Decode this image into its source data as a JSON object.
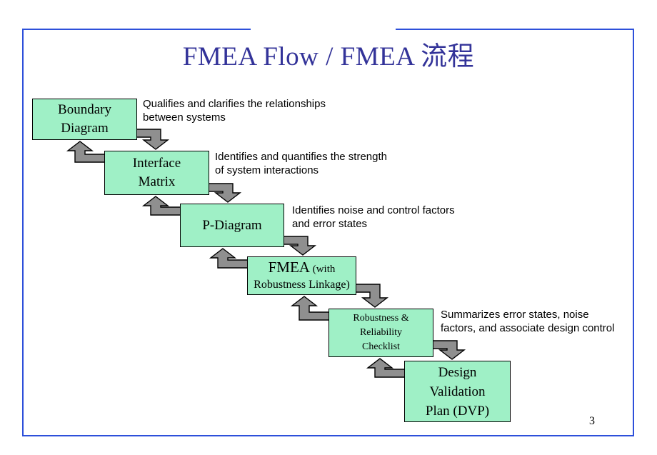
{
  "title": "FMEA Flow / FMEA 流程",
  "page_number": "3",
  "colors": {
    "box_fill": "#9ff0c6",
    "box_border": "#000000",
    "arrow_fill": "#8f8f8f",
    "arrow_outline": "#000000",
    "frame_blue": "#2d50da",
    "title_blue": "#333399"
  },
  "diagram": {
    "boxes": [
      {
        "name": "boundary-diagram",
        "lines": [
          "Boundary",
          "Diagram"
        ]
      },
      {
        "name": "interface-matrix",
        "lines": [
          "Interface",
          "Matrix"
        ]
      },
      {
        "name": "p-diagram",
        "lines": [
          "P-Diagram"
        ]
      },
      {
        "name": "fmea-robustness-linkage",
        "lines": [
          "FMEA (with",
          "Robustness Linkage)"
        ],
        "emphasis": "FMEA"
      },
      {
        "name": "robustness-reliability-checklist",
        "lines": [
          "Robustness &",
          "Reliability",
          "Checklist"
        ]
      },
      {
        "name": "design-validation-plan",
        "lines": [
          "Design",
          "Validation",
          "Plan (DVP)"
        ]
      }
    ],
    "annotations": [
      {
        "name": "annotation-boundary-diagram",
        "lines": [
          "Qualifies and clarifies the relationships",
          "between systems"
        ]
      },
      {
        "name": "annotation-interface-matrix",
        "lines": [
          "Identifies and quantifies the strength",
          "of system interactions"
        ]
      },
      {
        "name": "annotation-p-diagram",
        "lines": [
          "Identifies noise and control factors",
          "and error states"
        ]
      },
      {
        "name": "annotation-robustness-checklist",
        "lines": [
          "Summarizes error states, noise",
          "factors, and associate design control"
        ]
      }
    ],
    "arrow_pairs": [
      {
        "from": "boundary-diagram",
        "to": "interface-matrix"
      },
      {
        "from": "interface-matrix",
        "to": "p-diagram"
      },
      {
        "from": "p-diagram",
        "to": "fmea-robustness-linkage"
      },
      {
        "from": "fmea-robustness-linkage",
        "to": "robustness-reliability-checklist"
      },
      {
        "from": "robustness-reliability-checklist",
        "to": "design-validation-plan"
      }
    ]
  }
}
